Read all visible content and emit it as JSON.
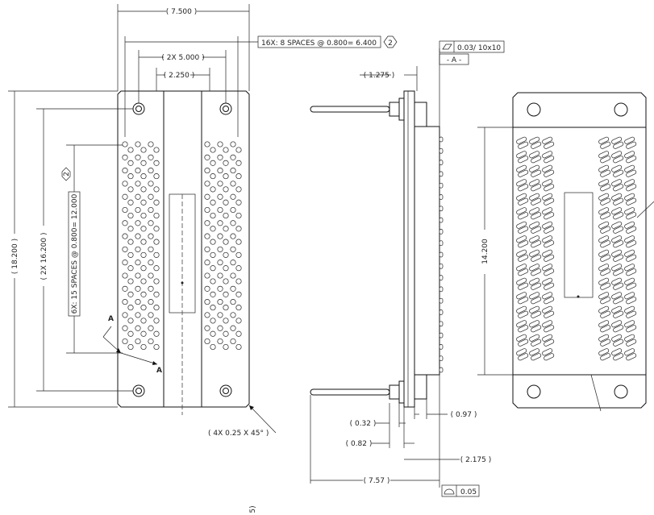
{
  "drawing": {
    "dimensions": {
      "overall_width": "( 7.500 )",
      "pitch_note": "16X: 8 SPACES @ 0.800= 6.400",
      "note_2": "2",
      "two_x_5": "( 2X 5.000 )",
      "center_2_250": "( 2.250 )",
      "overall_height": "( 18.200 )",
      "two_x_16_200": "( 2X 16.200 )",
      "vertical_spaces": "6X: 15 SPACES @ 0.800= 12.000",
      "vertical_note": "2",
      "chamfer": "( 4X 0.25 X 45° )",
      "side_1_275": "( 1.275 )",
      "flatness_tol": "0.03/ 10x10",
      "datum_a": "- A -",
      "d_0_32": "( 0.32 )",
      "d_0_82": "( 0.82 )",
      "d_0_97": "( 0.97 )",
      "d_2_175": "( 2.175 )",
      "d_7_57": "( 7.57 )",
      "profile_tol": "0.05",
      "right_14_200": "14.200",
      "section_label": "A",
      "edge_label": "5)"
    }
  }
}
